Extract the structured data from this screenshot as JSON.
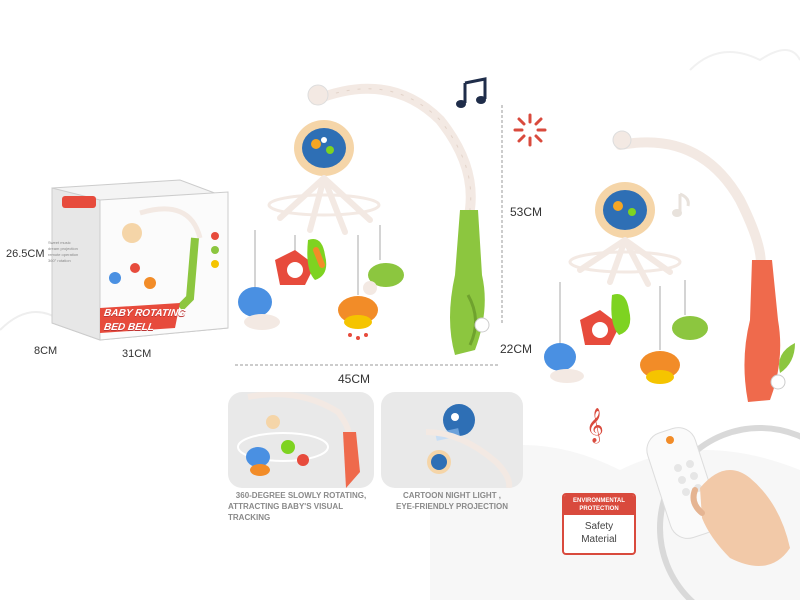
{
  "dimensions": {
    "height_main": "53CM",
    "width_main": "45CM",
    "depth_main": "22CM",
    "box_height": "26.5CM",
    "box_depth": "8CM",
    "box_width": "31CM"
  },
  "package": {
    "title_line1": "BABY ROTATING",
    "title_line2": "BED BELL",
    "features": [
      "Sweet music",
      "dream projection",
      "remote operation",
      "360° rotation"
    ]
  },
  "captions": {
    "rotating_line1": "360-DEGREE SLOWLY ROTATING,",
    "rotating_line2": "ATTRACTING BABY'S VISUAL",
    "rotating_line3": "TRACKING",
    "projection_line1": "CARTOON NIGHT LIGHT ,",
    "projection_line2": "EYE-FRIENDLY PROJECTION"
  },
  "badge": {
    "top": "ENVIRONMENTAL PROTECTION",
    "line1": "Safety",
    "line2": "Material"
  },
  "colors": {
    "green_arm": "#8cc63f",
    "orange_arm": "#ef6a4c",
    "arm_cream": "#f3e9e3",
    "music_icon": "#1f2d4a",
    "accent_red": "#d94a3d"
  },
  "icons": [
    "music-note-icon",
    "sound-burst-icon",
    "treble-clef-icon"
  ]
}
